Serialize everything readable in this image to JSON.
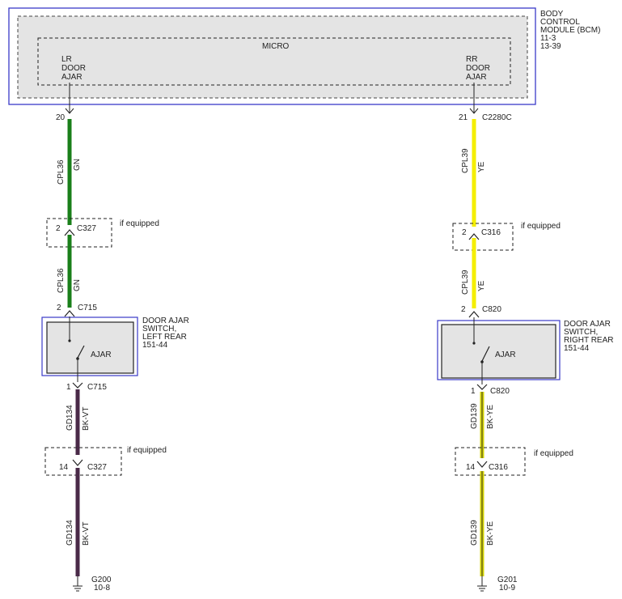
{
  "bcm": {
    "label": [
      "BODY",
      "CONTROL",
      "MODULE (BCM)",
      "11-3",
      "13-39"
    ],
    "micro": "MICRO",
    "left_input": [
      "LR",
      "DOOR",
      "AJAR"
    ],
    "right_input": [
      "RR",
      "DOOR",
      "AJAR"
    ]
  },
  "left": {
    "bcm_pin": "20",
    "circuit_upper_1": "CPL36",
    "color_upper_1": "GN",
    "c327_pin": "2",
    "c327": "C327",
    "if_equipped_1": "if equipped",
    "circuit_upper_2": "CPL36",
    "color_upper_2": "GN",
    "c715_pin_top": "2",
    "c715_top": "C715",
    "switch_label": [
      "DOOR AJAR",
      "SWITCH,",
      "LEFT REAR",
      "151-44"
    ],
    "switch_text": "AJAR",
    "c715_pin_bottom": "1",
    "c715_bottom": "C715",
    "circuit_lower_1": "GD134",
    "color_lower_1": "BK-VT",
    "c327_pin_2": "14",
    "c327_2": "C327",
    "if_equipped_2": "if equipped",
    "circuit_lower_2": "GD134",
    "color_lower_2": "BK-VT",
    "ground": "G200",
    "ground_ref": "10-8"
  },
  "right": {
    "bcm_pin": "21",
    "bcm_connector": "C2280C",
    "circuit_upper_1": "CPL39",
    "color_upper_1": "YE",
    "c316_pin": "2",
    "c316": "C316",
    "if_equipped_1": "if equipped",
    "circuit_upper_2": "CPL39",
    "color_upper_2": "YE",
    "c820_pin_top": "2",
    "c820_top": "C820",
    "switch_label": [
      "DOOR AJAR",
      "SWITCH,",
      "RIGHT REAR",
      "151-44"
    ],
    "switch_text": "AJAR",
    "c820_pin_bottom": "1",
    "c820_bottom": "C820",
    "circuit_lower_1": "GD139",
    "color_lower_1": "BK-YE",
    "c316_pin_2": "14",
    "c316_2": "C316",
    "if_equipped_2": "if equipped",
    "circuit_lower_2": "GD139",
    "color_lower_2": "BK-YE",
    "ground": "G201",
    "ground_ref": "10-9"
  },
  "colors": {
    "green_wire": "#1a7f1a",
    "yellow_wire": "#f4ee00",
    "violet_wire": "#4a2a48",
    "black_yellow_wire": "#d6d400",
    "module_border": "#3a3ac8",
    "module_fill": "#e4e4e4"
  }
}
